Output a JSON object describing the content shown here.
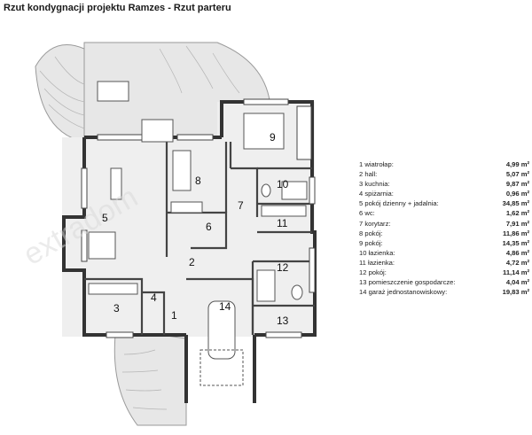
{
  "title": "Rzut kondygnacji projektu Ramzes - Rzut parteru",
  "watermark": "extradom",
  "rooms": [
    {
      "n": "1",
      "name": "wiatrołap:",
      "area": "4,99 m²"
    },
    {
      "n": "2",
      "name": "hall:",
      "area": "5,07 m²"
    },
    {
      "n": "3",
      "name": "kuchnia:",
      "area": "9,87 m²"
    },
    {
      "n": "4",
      "name": "spiżarnia:",
      "area": "0,96 m²"
    },
    {
      "n": "5",
      "name": "pokój dzienny + jadalnia:",
      "area": "34,85 m²"
    },
    {
      "n": "6",
      "name": "wc:",
      "area": "1,62 m²"
    },
    {
      "n": "7",
      "name": "korytarz:",
      "area": "7,91 m²"
    },
    {
      "n": "8",
      "name": "pokój:",
      "area": "11,86 m²"
    },
    {
      "n": "9",
      "name": "pokój:",
      "area": "14,35 m²"
    },
    {
      "n": "10",
      "name": "łazienka:",
      "area": "4,86 m²"
    },
    {
      "n": "11",
      "name": "łazienka:",
      "area": "4,72 m²"
    },
    {
      "n": "12",
      "name": "pokój:",
      "area": "11,14 m²"
    },
    {
      "n": "13",
      "name": "pomieszczenie gospodarcze:",
      "area": "4,04 m²"
    },
    {
      "n": "14",
      "name": "garaż jednostanowiskowy:",
      "area": "19,83 m²"
    }
  ]
}
